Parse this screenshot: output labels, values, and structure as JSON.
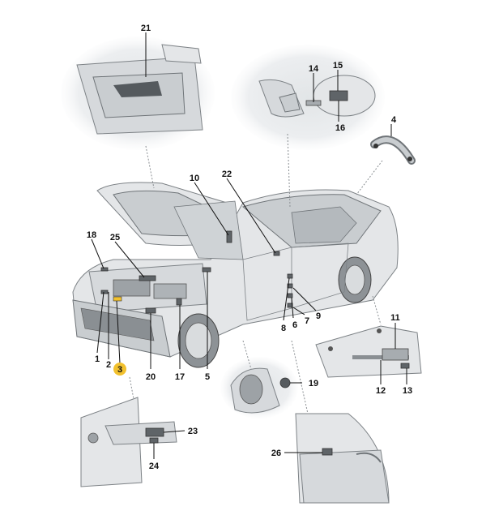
{
  "callouts": [
    {
      "id": "c1",
      "text": "1"
    },
    {
      "id": "c2",
      "text": "2"
    },
    {
      "id": "c3",
      "text": "3",
      "highlight_color": "#f2c12e"
    },
    {
      "id": "c4",
      "text": "4"
    },
    {
      "id": "c5",
      "text": "5"
    },
    {
      "id": "c6",
      "text": "6"
    },
    {
      "id": "c7",
      "text": "7"
    },
    {
      "id": "c8",
      "text": "8"
    },
    {
      "id": "c9",
      "text": "9"
    },
    {
      "id": "c10",
      "text": "10"
    },
    {
      "id": "c11",
      "text": "11"
    },
    {
      "id": "c12",
      "text": "12"
    },
    {
      "id": "c13",
      "text": "13"
    },
    {
      "id": "c14",
      "text": "14"
    },
    {
      "id": "c15",
      "text": "15"
    },
    {
      "id": "c16",
      "text": "16"
    },
    {
      "id": "c17",
      "text": "17"
    },
    {
      "id": "c18",
      "text": "18"
    },
    {
      "id": "c19",
      "text": "19"
    },
    {
      "id": "c20",
      "text": "20"
    },
    {
      "id": "c21",
      "text": "21"
    },
    {
      "id": "c22",
      "text": "22"
    },
    {
      "id": "c23",
      "text": "23"
    },
    {
      "id": "c24",
      "text": "24"
    },
    {
      "id": "c25",
      "text": "25"
    },
    {
      "id": "c26",
      "text": "26"
    }
  ],
  "colors": {
    "highlight": "#f2c12e",
    "inset_background": "#e9ebed",
    "car_body": "#e4e6e8",
    "label_dark": "#5f6468"
  }
}
